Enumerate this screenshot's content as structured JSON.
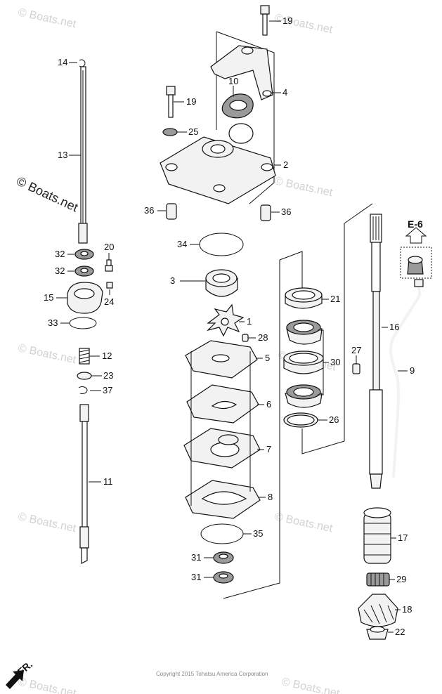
{
  "watermarks": {
    "small": "© Boats.net",
    "large": "© Boats.net"
  },
  "copyright": "Copyright 2015 Tohatsu America Corporation",
  "direction_marker": "FR.",
  "reference_marker": "E-6",
  "callouts": {
    "c14": "14",
    "c13": "13",
    "c32a": "32",
    "c32b": "32",
    "c20": "20",
    "c15": "15",
    "c24": "24",
    "c33": "33",
    "c12": "12",
    "c23": "23",
    "c37": "37",
    "c11": "11",
    "c19a": "19",
    "c4": "4",
    "c10": "10",
    "c19b": "19",
    "c25": "25",
    "c2": "2",
    "c36a": "36",
    "c36b": "36",
    "c34": "34",
    "c3": "3",
    "c1": "1",
    "c28": "28",
    "c5": "5",
    "c6": "6",
    "c7": "7",
    "c8": "8",
    "c35": "35",
    "c31a": "31",
    "c31b": "31",
    "c21": "21",
    "c30": "30",
    "c26": "26",
    "c27": "27",
    "c16": "16",
    "c9": "9",
    "c17": "17",
    "c29": "29",
    "c18": "18",
    "c22": "22"
  }
}
